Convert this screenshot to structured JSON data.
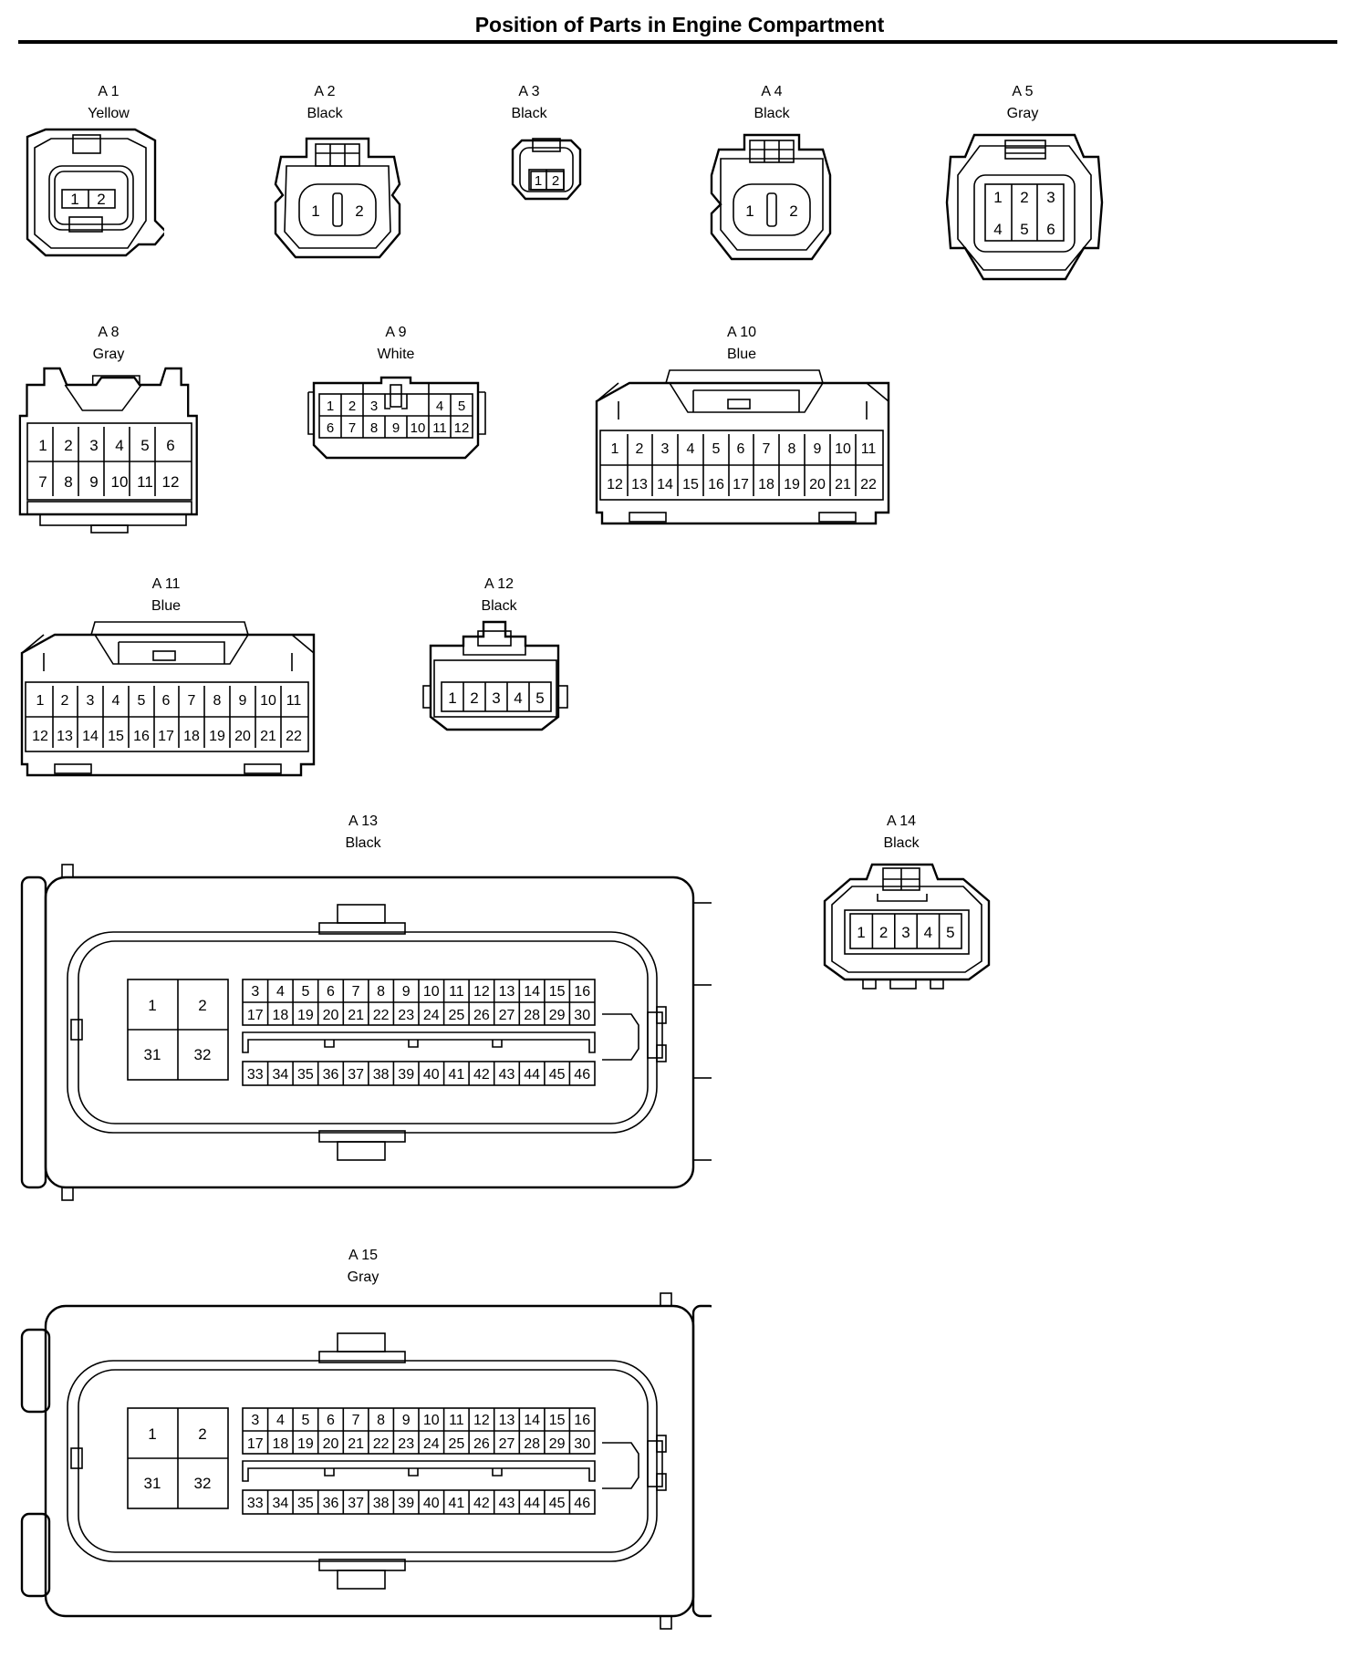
{
  "title": "Position of Parts in Engine Compartment",
  "connectors": [
    {
      "id": "A 1",
      "color": "Yellow",
      "pins": [
        [
          "1",
          "2"
        ]
      ]
    },
    {
      "id": "A 2",
      "color": "Black",
      "pins": [
        [
          "1",
          "2"
        ]
      ]
    },
    {
      "id": "A 3",
      "color": "Black",
      "pins": [
        [
          "1",
          "2"
        ]
      ]
    },
    {
      "id": "A 4",
      "color": "Black",
      "pins": [
        [
          "1",
          "2"
        ]
      ]
    },
    {
      "id": "A 5",
      "color": "Gray",
      "pins": [
        [
          "1",
          "2",
          "3"
        ],
        [
          "4",
          "5",
          "6"
        ]
      ]
    },
    {
      "id": "A 8",
      "color": "Gray",
      "pins": [
        [
          "1",
          "2",
          "3",
          "4",
          "5",
          "6"
        ],
        [
          "7",
          "8",
          "9",
          "10",
          "11",
          "12"
        ]
      ]
    },
    {
      "id": "A 9",
      "color": "White",
      "pins": [
        [
          "1",
          "2",
          "3",
          "4",
          "5"
        ],
        [
          "6",
          "7",
          "8",
          "9",
          "10",
          "11",
          "12"
        ]
      ]
    },
    {
      "id": "A 10",
      "color": "Blue",
      "pins": [
        [
          "1",
          "2",
          "3",
          "4",
          "5",
          "6",
          "7",
          "8",
          "9",
          "10",
          "11"
        ],
        [
          "12",
          "13",
          "14",
          "15",
          "16",
          "17",
          "18",
          "19",
          "20",
          "21",
          "22"
        ]
      ]
    },
    {
      "id": "A 11",
      "color": "Blue",
      "pins": [
        [
          "1",
          "2",
          "3",
          "4",
          "5",
          "6",
          "7",
          "8",
          "9",
          "10",
          "11"
        ],
        [
          "12",
          "13",
          "14",
          "15",
          "16",
          "17",
          "18",
          "19",
          "20",
          "21",
          "22"
        ]
      ]
    },
    {
      "id": "A 12",
      "color": "Black",
      "pins": [
        [
          "1",
          "2",
          "3",
          "4",
          "5"
        ]
      ]
    },
    {
      "id": "A 13",
      "color": "Black",
      "pins": [
        [
          "1",
          "2",
          "31",
          "32"
        ],
        [
          "3",
          "4",
          "5",
          "6",
          "7",
          "8",
          "9",
          "10",
          "11",
          "12",
          "13",
          "14",
          "15",
          "16"
        ],
        [
          "17",
          "18",
          "19",
          "20",
          "21",
          "22",
          "23",
          "24",
          "25",
          "26",
          "27",
          "28",
          "29",
          "30"
        ],
        [
          "33",
          "34",
          "35",
          "36",
          "37",
          "38",
          "39",
          "40",
          "41",
          "42",
          "43",
          "44",
          "45",
          "46"
        ]
      ]
    },
    {
      "id": "A 14",
      "color": "Black",
      "pins": [
        [
          "1",
          "2",
          "3",
          "4",
          "5"
        ]
      ]
    },
    {
      "id": "A 15",
      "color": "Gray",
      "pins": [
        [
          "1",
          "2",
          "31",
          "32"
        ],
        [
          "3",
          "4",
          "5",
          "6",
          "7",
          "8",
          "9",
          "10",
          "11",
          "12",
          "13",
          "14",
          "15",
          "16"
        ],
        [
          "17",
          "18",
          "19",
          "20",
          "21",
          "22",
          "23",
          "24",
          "25",
          "26",
          "27",
          "28",
          "29",
          "30"
        ],
        [
          "33",
          "34",
          "35",
          "36",
          "37",
          "38",
          "39",
          "40",
          "41",
          "42",
          "43",
          "44",
          "45",
          "46"
        ]
      ]
    }
  ]
}
